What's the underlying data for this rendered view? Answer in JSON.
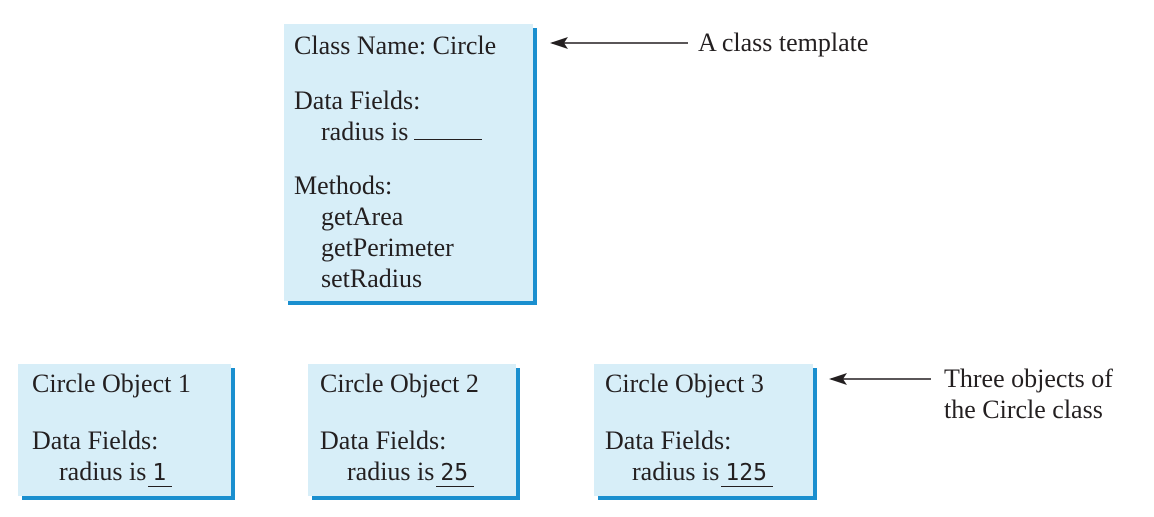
{
  "class_box": {
    "title": "Class Name: Circle",
    "fields_heading": "Data Fields:",
    "field_prefix": "radius is",
    "methods_heading": "Methods:",
    "methods": [
      "getArea",
      "getPerimeter",
      "setRadius"
    ]
  },
  "class_annotation": "A class template",
  "objects": [
    {
      "title": "Circle Object 1",
      "fields_heading": "Data Fields:",
      "field_prefix": "radius is",
      "radius": "1"
    },
    {
      "title": "Circle Object 2",
      "fields_heading": "Data Fields:",
      "field_prefix": "radius is",
      "radius": "25"
    },
    {
      "title": "Circle Object 3",
      "fields_heading": "Data Fields:",
      "field_prefix": "radius is",
      "radius": "125"
    }
  ],
  "objects_annotation": [
    "Three objects of",
    "the Circle class"
  ],
  "colors": {
    "box_fill": "#d7eef8",
    "box_shadow": "#1a8fcf",
    "text": "#231f20"
  }
}
